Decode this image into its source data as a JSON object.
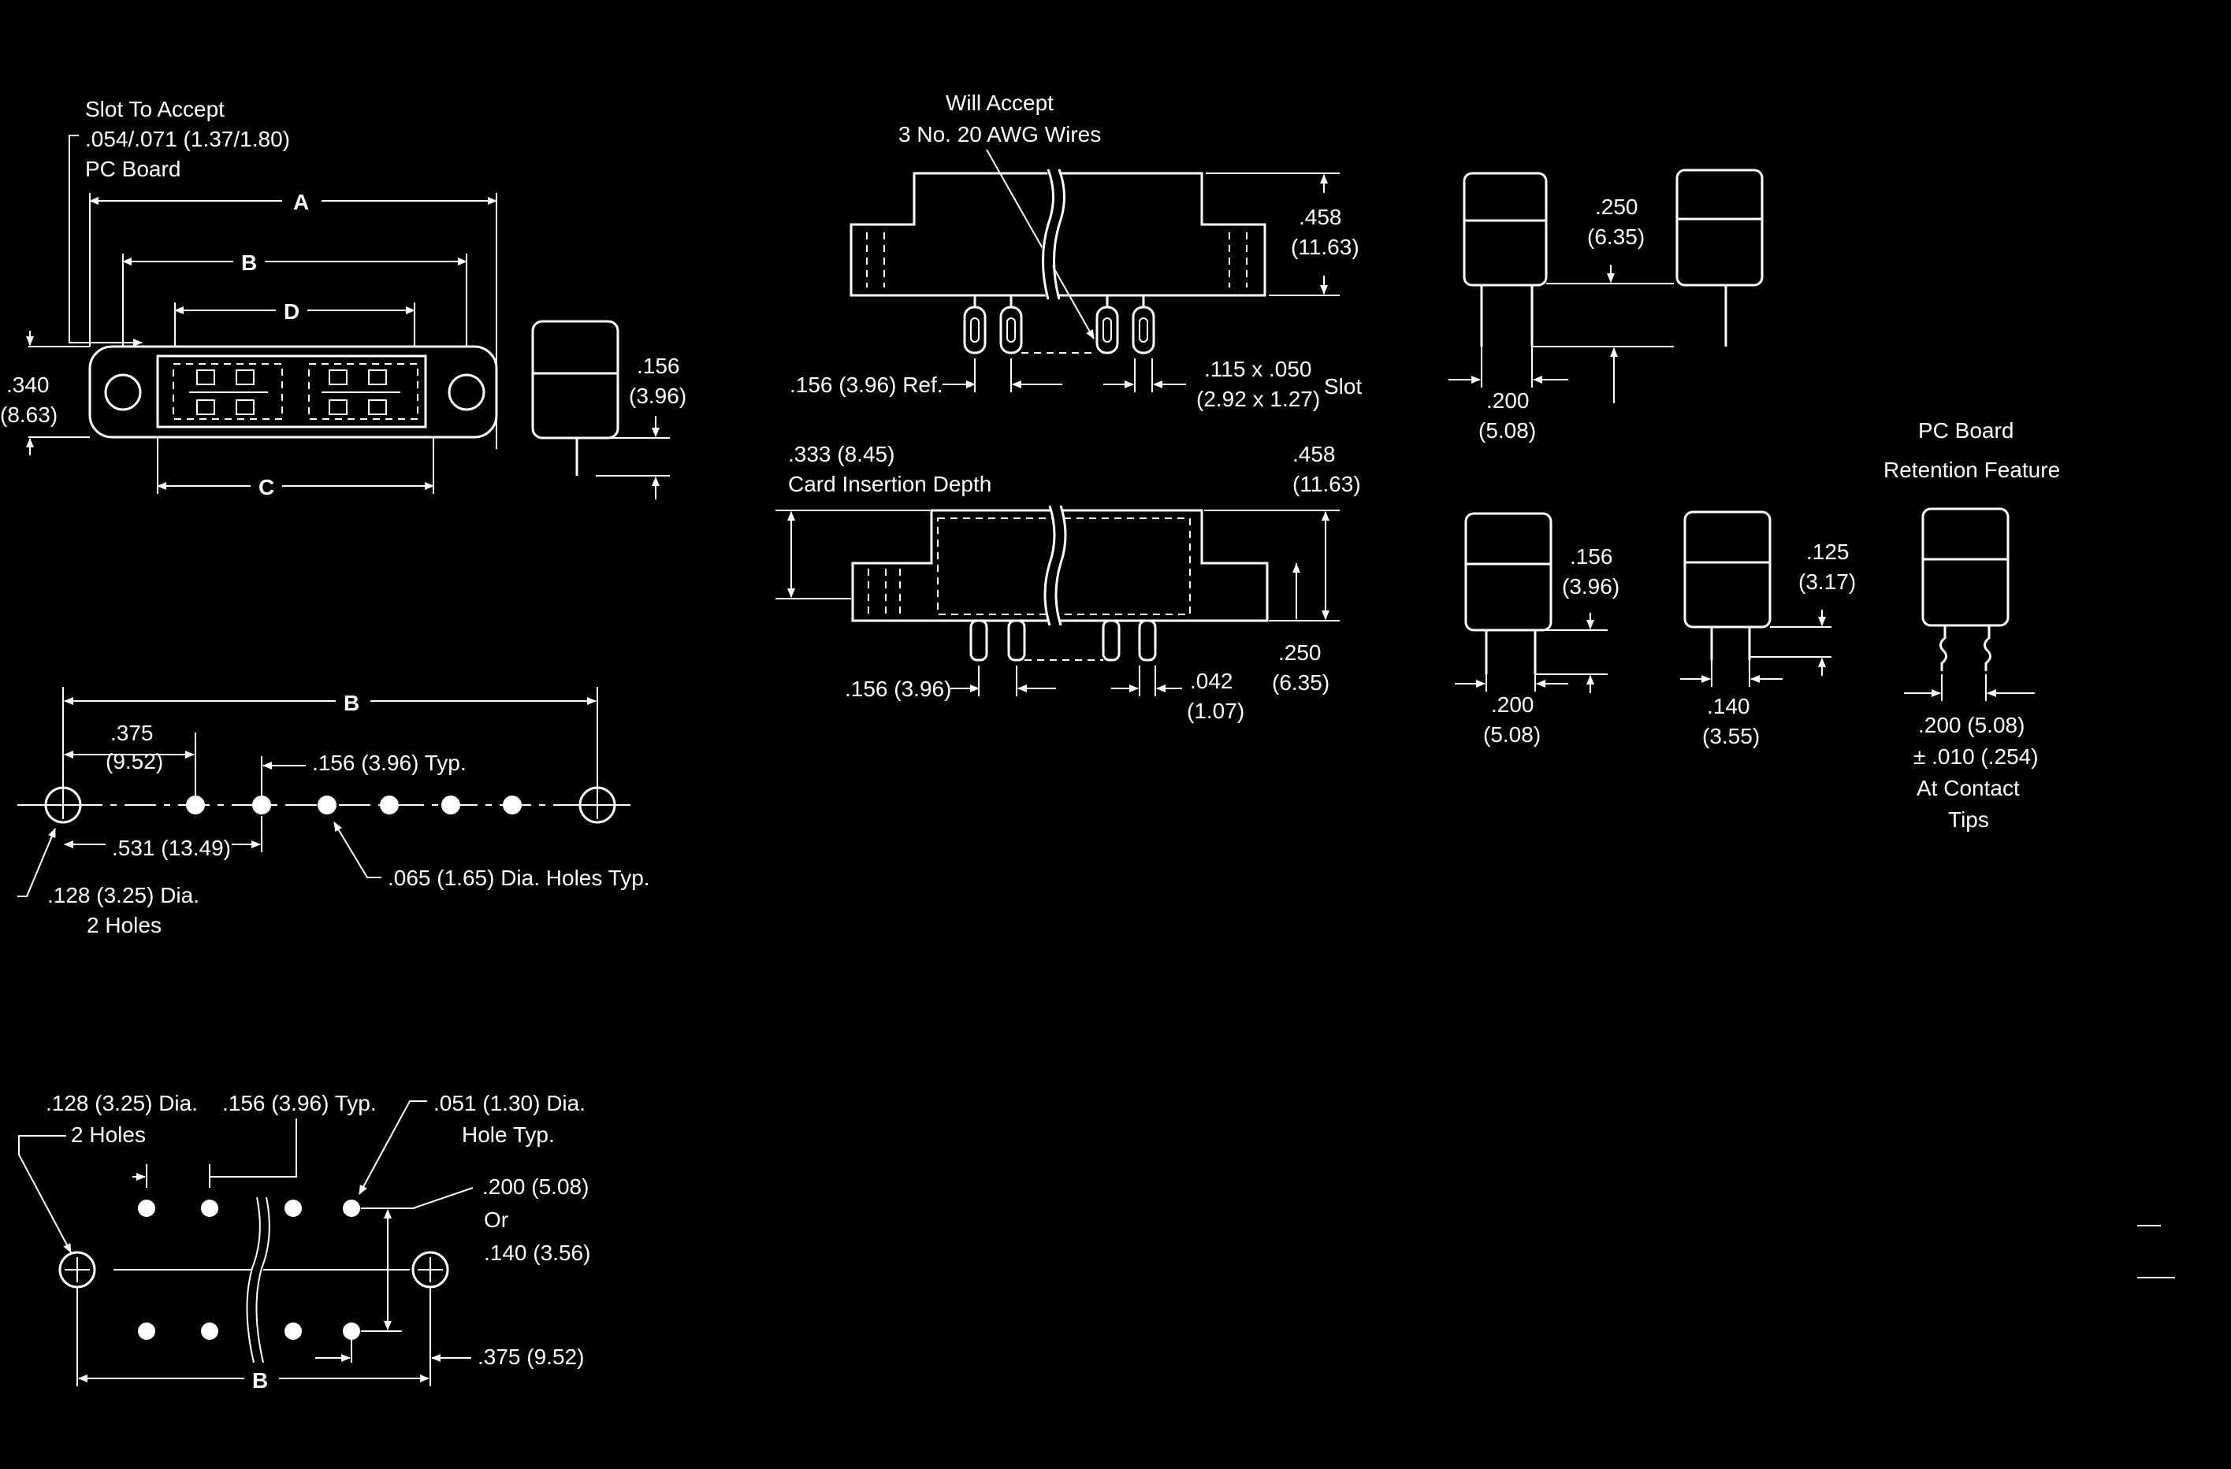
{
  "colors": {
    "background": "#000000",
    "ink": "#ffffff"
  },
  "top_view": {
    "slot_label": [
      "Slot To Accept",
      ".054/.071 (1.37/1.80)",
      "PC Board"
    ],
    "dim_A": "A",
    "dim_B": "B",
    "dim_C": "C",
    "dim_D": "D",
    "height": [
      ".340",
      "(8.63)"
    ],
    "side_pin": [
      ".156",
      "(3.96)"
    ]
  },
  "wire_view": {
    "callout": [
      "Will Accept",
      "3 No. 20 AWG Wires"
    ],
    "height": [
      ".458",
      "(11.63)"
    ],
    "ref": ".156 (3.96) Ref.",
    "slot": [
      ".115 x .050",
      "(2.92 x 1.27)"
    ],
    "slot_word": "Slot"
  },
  "card_view": {
    "depth": [
      ".333 (8.45)",
      "Card Insertion Depth"
    ],
    "height": [
      ".458",
      "(11.63)"
    ],
    "pitch": ".156 (3.96)",
    "pin_w": [
      ".042",
      "(1.07)"
    ],
    "board": [
      ".250",
      "(6.35)"
    ]
  },
  "pin_variants": {
    "spacing": [
      ".250",
      "(6.35)"
    ],
    "span_a": [
      ".200",
      "(5.08)"
    ],
    "len_b": [
      ".156",
      "(3.96)"
    ],
    "span_b": [
      ".200",
      "(5.08)"
    ],
    "len_c": [
      ".125",
      "(3.17)"
    ],
    "span_c": [
      ".140",
      "(3.55)"
    ],
    "retention_title": [
      "PC Board",
      "Retention Feature"
    ],
    "retention_note": [
      ".200 (5.08)",
      "± .010 (.254)",
      "At Contact",
      "Tips"
    ]
  },
  "single_row": {
    "dim_B": "B",
    "first": [
      ".375",
      "(9.52)"
    ],
    "pitch": ".156 (3.96) Typ.",
    "spacing": ".531 (13.49)",
    "mount": [
      ".128 (3.25) Dia.",
      "2 Holes"
    ],
    "holes": ".065 (1.65) Dia. Holes Typ."
  },
  "double_row": {
    "mount": [
      ".128 (3.25) Dia.",
      "2 Holes"
    ],
    "pitch": ".156 (3.96) Typ.",
    "holes": [
      ".051 (1.30) Dia.",
      "Hole Typ."
    ],
    "row": [
      ".200 (5.08)",
      "Or",
      ".140 (3.56)"
    ],
    "dim_B": "B",
    "edge": ".375 (9.52)"
  }
}
